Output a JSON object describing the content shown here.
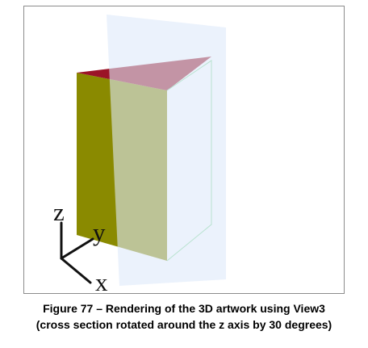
{
  "figure": {
    "axes": {
      "z_label": "z",
      "y_label": "y",
      "x_label": "x"
    },
    "colors": {
      "cross_section_plane": "#dde9fa",
      "solid_left_face": "#8a8a00",
      "solid_top_face": "#9b1427",
      "solid_right_face": "#ffffff",
      "edge_highlight": "#7fd88f"
    }
  },
  "caption": {
    "line1": "Figure 77 –  Rendering of the 3D artwork using View3",
    "line2": "(cross section rotated around the z axis by 30 degrees)"
  }
}
